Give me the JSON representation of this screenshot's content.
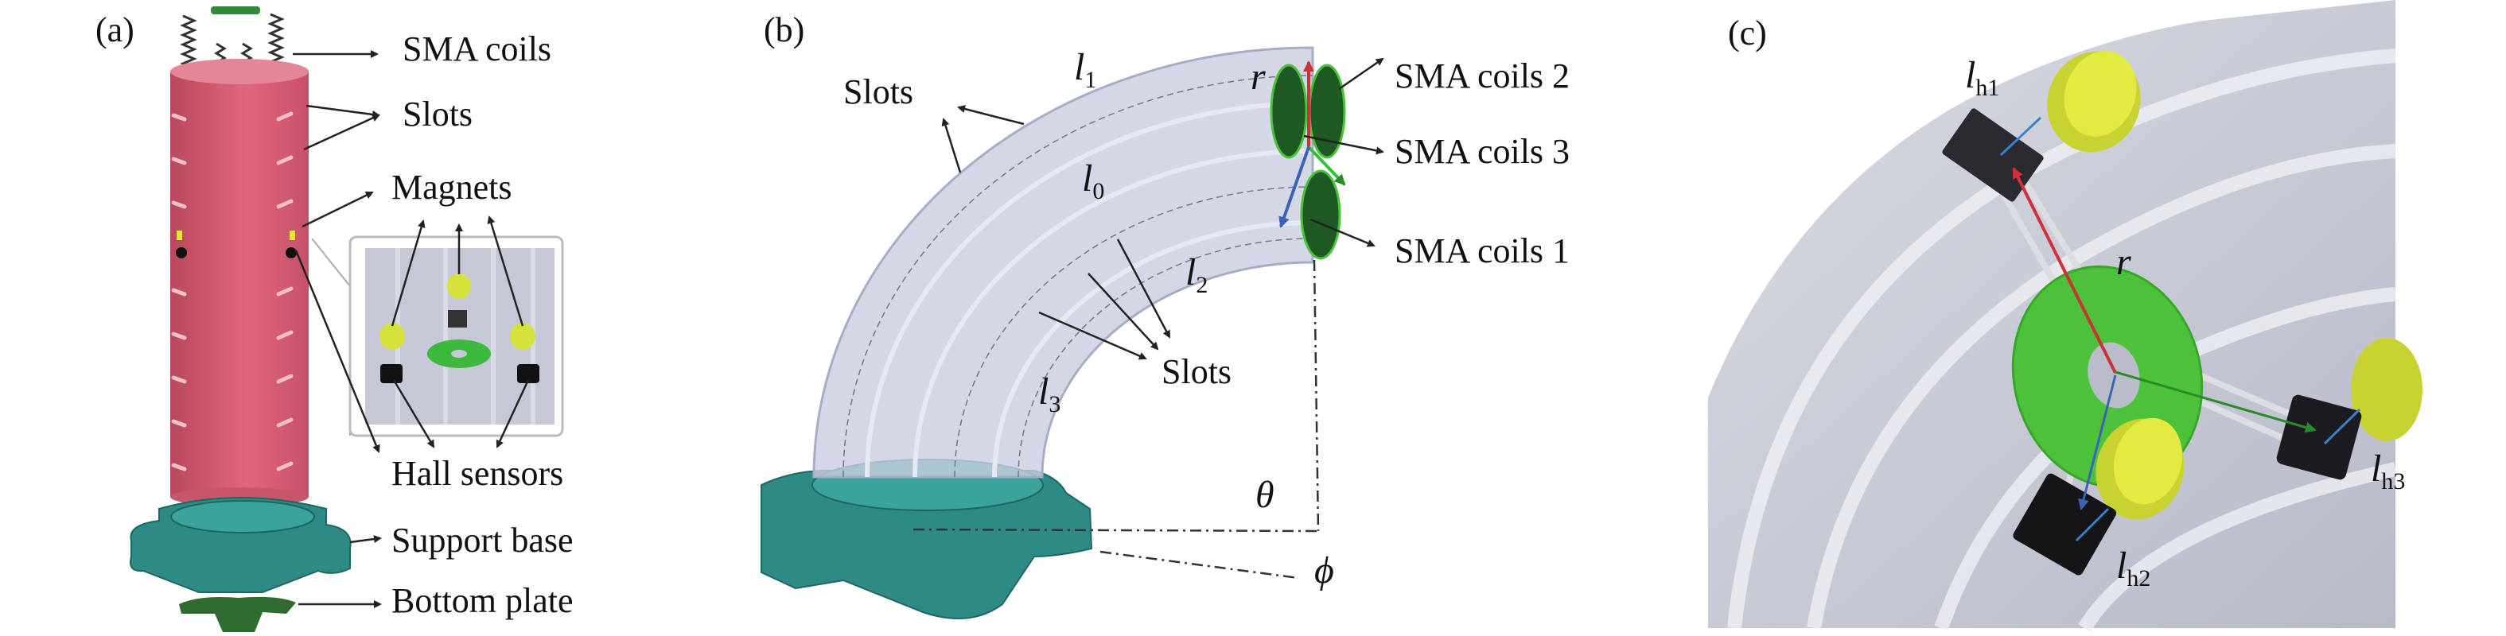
{
  "panels": {
    "a": {
      "tag": "(a)",
      "labels": {
        "sma_coils": "SMA coils",
        "slots": "Slots",
        "magnets": "Magnets",
        "hall_sensors": "Hall sensors",
        "support_base": "Support base",
        "bottom_plate": "Bottom plate"
      }
    },
    "b": {
      "tag": "(b)",
      "labels": {
        "slots_top": "Slots",
        "slots_bottom": "Slots",
        "sma_coils_2": "SMA coils 2",
        "sma_coils_3": "SMA coils 3",
        "sma_coils_1": "SMA coils 1"
      },
      "vars": {
        "l1": {
          "var": "l",
          "sub": "1"
        },
        "l0": {
          "var": "l",
          "sub": "0"
        },
        "l2": {
          "var": "l",
          "sub": "2"
        },
        "l3": {
          "var": "l",
          "sub": "3"
        },
        "r": "r",
        "theta": "θ",
        "phi": "ϕ"
      }
    },
    "c": {
      "tag": "(c)",
      "vars": {
        "lh1": {
          "var": "l",
          "sub": "h1"
        },
        "lh2": {
          "var": "l",
          "sub": "h2"
        },
        "lh3": {
          "var": "l",
          "sub": "h3"
        },
        "r": "r"
      }
    }
  },
  "colors": {
    "tube_a": "#d95a6e",
    "base": "#2e8a84",
    "plate": "#2f6b2f",
    "disc": "#4cc23a",
    "magnet": "#d6e23a",
    "sensor": "#222226",
    "tube_b": "#c9cde0"
  }
}
